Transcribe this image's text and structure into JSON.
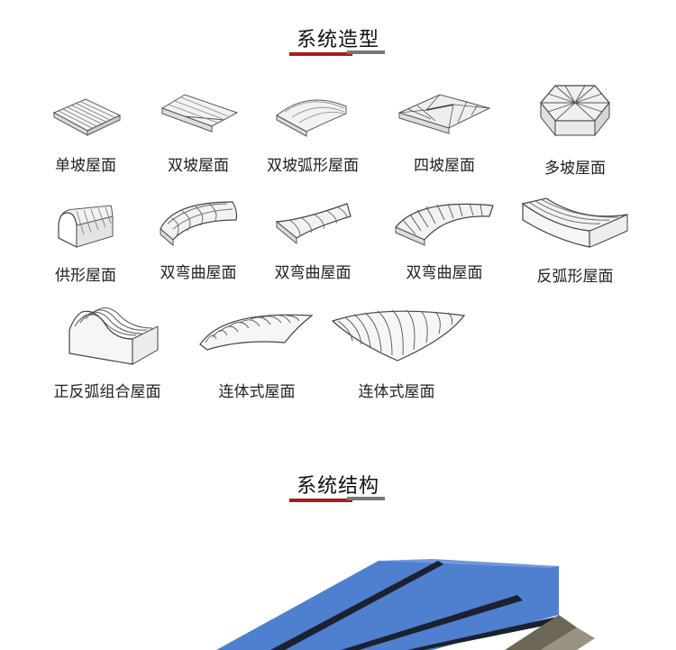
{
  "section1": {
    "title": "系统造型"
  },
  "section2": {
    "title": "系统结构"
  },
  "roof_types": [
    {
      "label": "单坡屋面",
      "icon": "single-slope-roof-icon"
    },
    {
      "label": "双坡屋面",
      "icon": "double-slope-roof-icon"
    },
    {
      "label": "双坡弧形屋面",
      "icon": "double-slope-arc-roof-icon"
    },
    {
      "label": "四坡屋面",
      "icon": "four-slope-roof-icon"
    },
    {
      "label": "多坡屋面",
      "icon": "multi-slope-roof-icon"
    },
    {
      "label": "供形屋面",
      "icon": "barrel-roof-icon"
    },
    {
      "label": "双弯曲屋面",
      "icon": "double-curved-roof-icon"
    },
    {
      "label": "双弯曲屋面",
      "icon": "double-curved-roof-icon"
    },
    {
      "label": "双弯曲屋面",
      "icon": "double-curved-fan-roof-icon"
    },
    {
      "label": "反弧形屋面",
      "icon": "reverse-arc-roof-icon"
    },
    {
      "label": "正反弧组合屋面",
      "icon": "wave-combination-roof-icon"
    },
    {
      "label": "连体式屋面",
      "icon": "connected-roof-icon"
    },
    {
      "label": "连体式屋面",
      "icon": "connected-curved-roof-icon"
    }
  ],
  "colors": {
    "accent_red": "#a61b1b",
    "accent_gray": "#777777",
    "panel_blue": "#4f7fcf",
    "seam_dark": "#1b2130"
  }
}
